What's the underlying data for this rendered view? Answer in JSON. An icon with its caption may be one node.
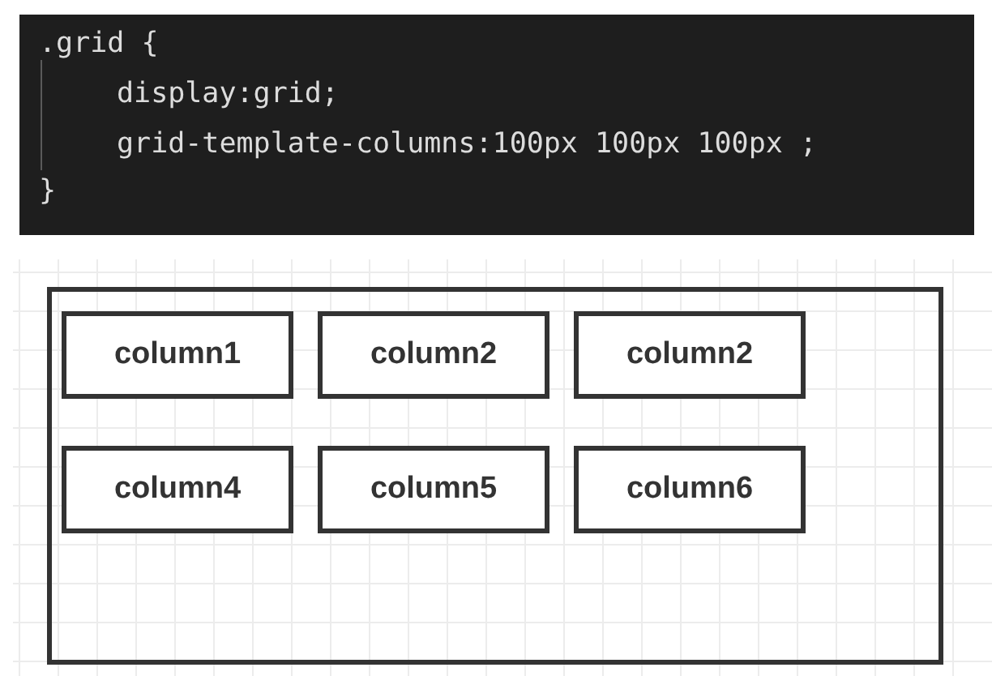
{
  "diagram": {
    "nodes": [
      {
        "text": [
          ".grid {",
          "display:grid;",
          "grid-template-columns:100px 100px 100px ;",
          "}"
        ]
      },
      {
        "text": [],
        "shape": "box"
      },
      {
        "text": [
          "column1"
        ],
        "in": 1
      },
      {
        "text": [
          "column2"
        ],
        "in": 1
      },
      {
        "text": [
          "column2"
        ],
        "in": 1
      },
      {
        "text": [
          "column4"
        ],
        "in": 1
      },
      {
        "text": [
          "column5"
        ],
        "in": 1
      },
      {
        "text": [
          "column6"
        ],
        "in": 1
      }
    ]
  }
}
